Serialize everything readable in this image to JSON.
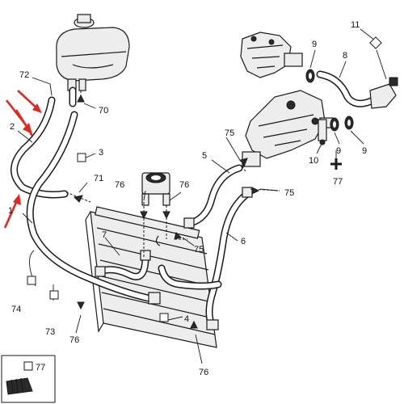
{
  "callouts": {
    "c72": "72",
    "c70": "70",
    "c2": "2",
    "c3": "3",
    "c1": "1",
    "c71": "71",
    "c76a": "76",
    "c76b": "76",
    "c5": "5",
    "c75a": "75",
    "c75b": "75",
    "c75c": "75",
    "c6": "6",
    "c7": "7",
    "c4": "4",
    "c74": "74",
    "c73": "73",
    "c76c": "76",
    "c76d": "76",
    "c9a": "9",
    "c8": "8",
    "c11": "11",
    "c9b": "9",
    "c9c": "9",
    "c10": "10",
    "c77a": "77",
    "c77b": "77"
  },
  "colors": {
    "arrow": "#e0281e",
    "line": "#1a1a1a"
  }
}
